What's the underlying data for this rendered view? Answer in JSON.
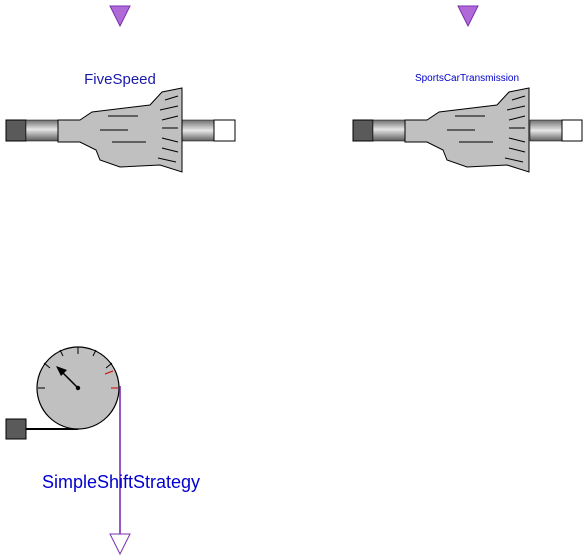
{
  "components": [
    {
      "id": "fivespeed",
      "label": "FiveSpeed"
    },
    {
      "id": "sportscar",
      "label": "SportsCarTransmission"
    },
    {
      "id": "shift",
      "label": "SimpleShiftStrategy"
    }
  ],
  "colors": {
    "body": "#c0c0c0",
    "outline": "#000000",
    "connector": "#b06ad8",
    "wire": "#7a1fb0",
    "label": "#0000cc",
    "red_tick": "#d00000"
  },
  "icons": {
    "transmission": "transmission-icon",
    "gauge": "gauge-icon",
    "port_in": "signal-input-triangle",
    "port_out": "signal-output-triangle"
  }
}
